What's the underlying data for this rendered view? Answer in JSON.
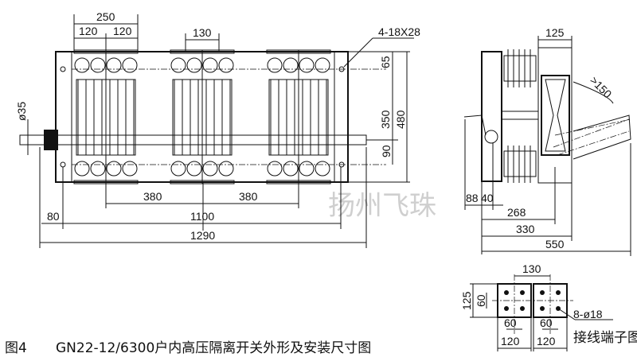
{
  "figure": {
    "caption_number": "图4",
    "caption_title": "GN22-12/6300户内高压隔离开关外形及安装尺寸图",
    "watermark": "扬州飞珠"
  },
  "front_view": {
    "dim_250": "250",
    "dim_120a": "120",
    "dim_120b": "120",
    "dim_130": "130",
    "hole_note": "4-18X28",
    "dim_65": "65",
    "dim_350": "350",
    "dim_480": "480",
    "dim_90": "90",
    "dim_dia35": "ø35",
    "dim_380a": "380",
    "dim_380b": "380",
    "dim_1100": "1100",
    "dim_80": "80",
    "dim_1290": "1290"
  },
  "side_view": {
    "dim_125": "125",
    "dim_150": ">150",
    "dim_88": "88",
    "dim_40": "40",
    "dim_268": "268",
    "dim_330": "330",
    "dim_550": "550"
  },
  "terminal_view": {
    "title": "接线端子图",
    "dim_130": "130",
    "dim_125": "125",
    "dim_60v": "60",
    "hole_note": "8-ø18",
    "dim_60a": "60",
    "dim_60b": "60",
    "dim_120a": "120",
    "dim_120b": "120"
  }
}
